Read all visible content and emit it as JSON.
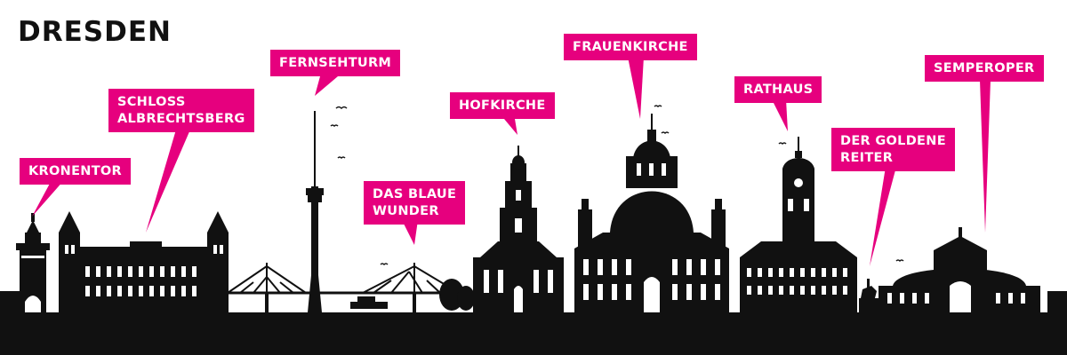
{
  "title": "DRESDEN",
  "colors": {
    "accent": "#e6007e",
    "ink": "#111111",
    "background": "#ffffff"
  },
  "landmarks": [
    {
      "id": "kronentor",
      "label": "KRONENTOR"
    },
    {
      "id": "schloss",
      "label": "SCHLOSS\nALBRECHTSBERG"
    },
    {
      "id": "fernsehturm",
      "label": "FERNSEHTURM"
    },
    {
      "id": "blaue-wunder",
      "label": "DAS BLAUE\nWUNDER"
    },
    {
      "id": "hofkirche",
      "label": "HOFKIRCHE"
    },
    {
      "id": "frauenkirche",
      "label": "FRAUENKIRCHE"
    },
    {
      "id": "rathaus",
      "label": "RATHAUS"
    },
    {
      "id": "goldene-reiter",
      "label": "DER GOLDENE\nREITER"
    },
    {
      "id": "semperoper",
      "label": "SEMPEROPER"
    }
  ]
}
